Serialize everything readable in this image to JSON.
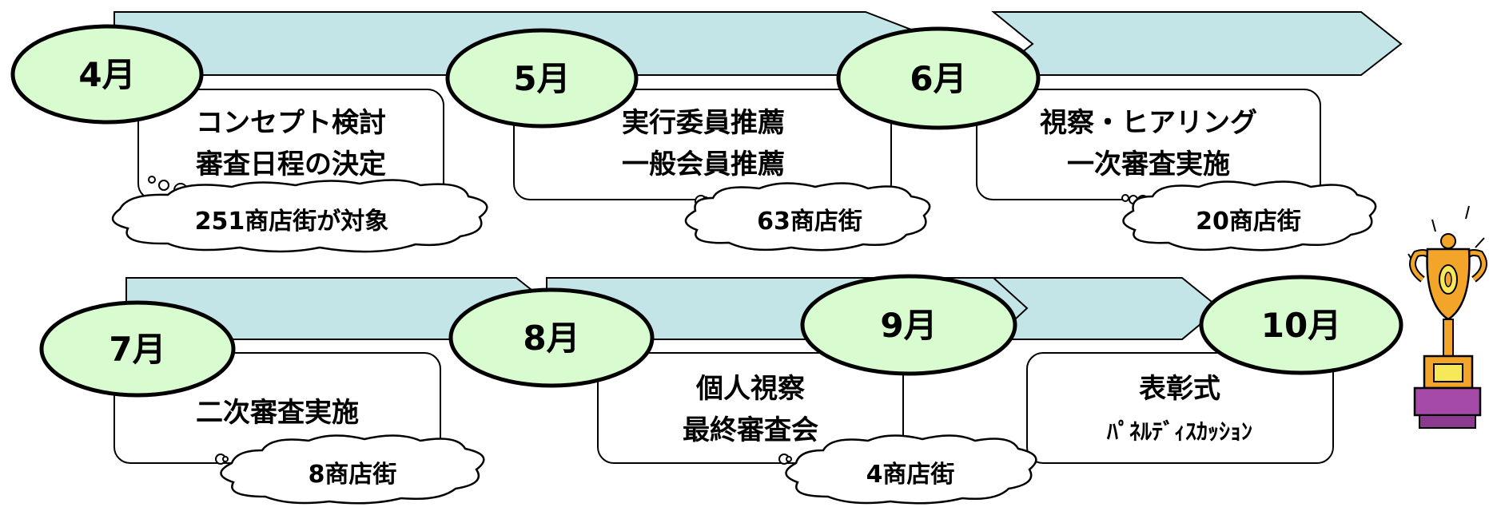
{
  "colors": {
    "arrow_fill": "#c4e5e8",
    "oval_fill": "#d8fbd0",
    "stroke": "#000000",
    "box_fill": "#ffffff",
    "cloud_fill": "#ffffff",
    "trophy_gold": "#f3a52a",
    "trophy_base": "#a64aa8"
  },
  "months": {
    "apr": "4月",
    "may": "5月",
    "jun": "6月",
    "jul": "7月",
    "aug": "8月",
    "sep": "9月",
    "oct": "10月"
  },
  "tasks": {
    "apr": [
      "コンセプト検討",
      "審査日程の決定"
    ],
    "may": [
      "実行委員推薦",
      "一般会員推薦"
    ],
    "jun": [
      "視察・ヒアリング",
      "一次審査実施"
    ],
    "jul": [
      "二次審査実施"
    ],
    "aug_sep": [
      "個人視察",
      "最終審査会"
    ],
    "oct": [
      "表彰式",
      "ﾊﾟﾈﾙﾃﾞｨｽｶｯｼｮﾝ"
    ]
  },
  "counts": {
    "apr": "251商店街が対象",
    "may": "63商店街",
    "jun": "20商店街",
    "jul": "8商店街",
    "aug_sep": "4商店街"
  },
  "icons": {
    "trophy": "trophy-icon"
  }
}
